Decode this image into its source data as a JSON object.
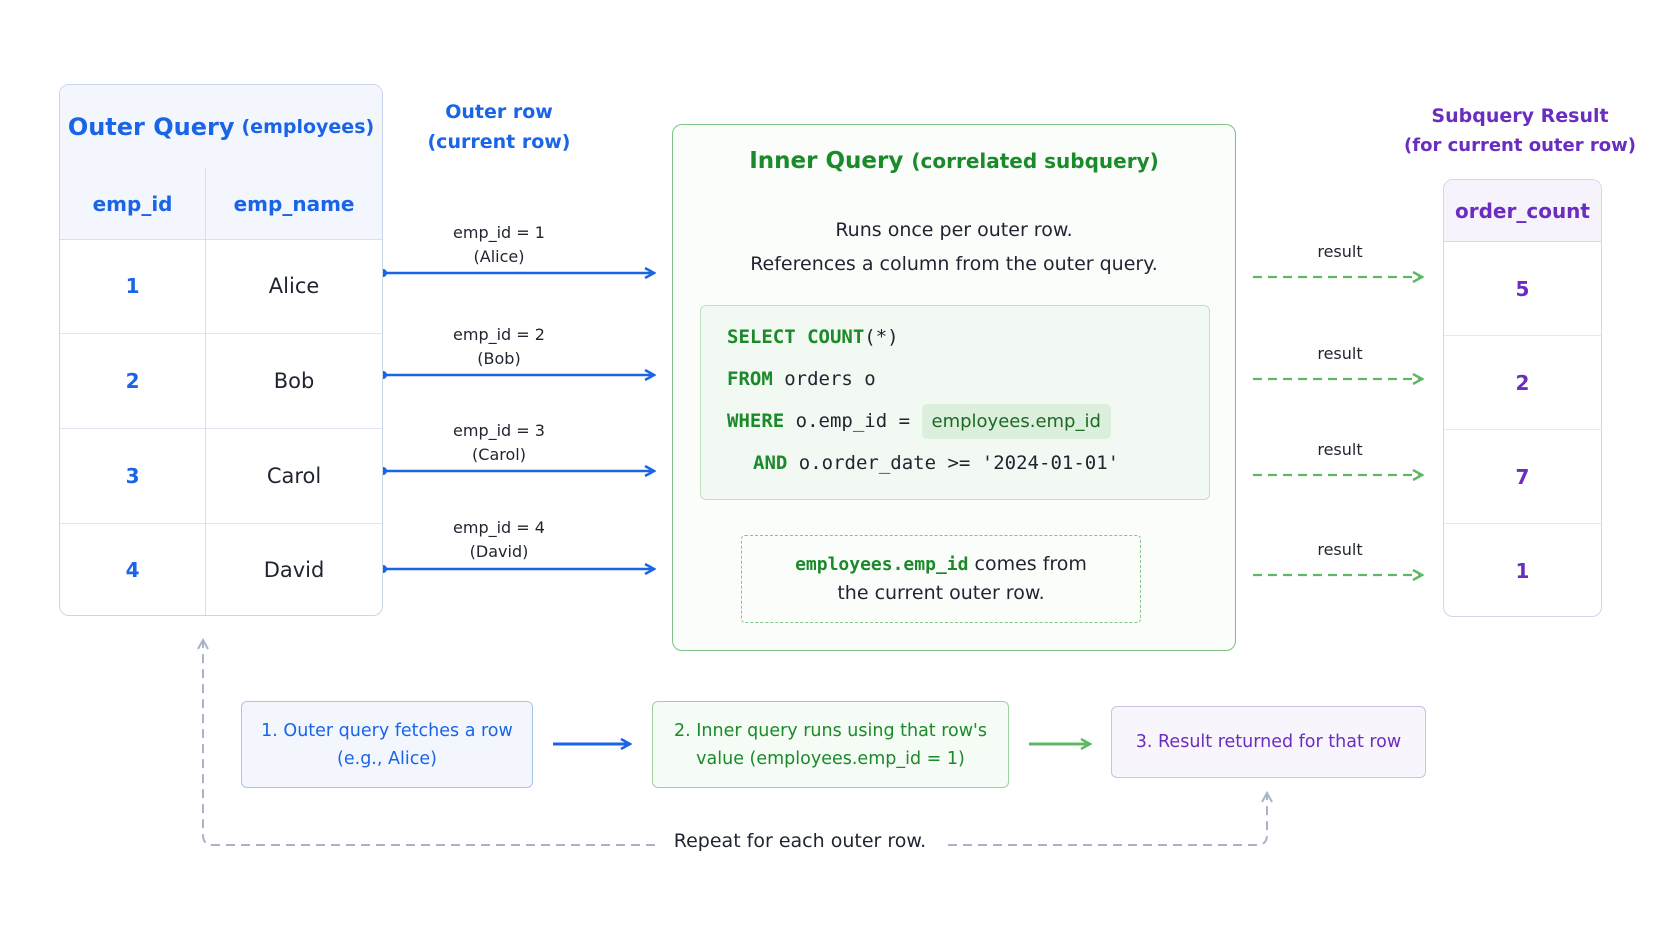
{
  "outer_query": {
    "title": "Outer Query",
    "subtitle": "(employees)",
    "columns": [
      "emp_id",
      "emp_name"
    ],
    "rows": [
      {
        "emp_id": "1",
        "emp_name": "Alice"
      },
      {
        "emp_id": "2",
        "emp_name": "Bob"
      },
      {
        "emp_id": "3",
        "emp_name": "Carol"
      },
      {
        "emp_id": "4",
        "emp_name": "David"
      }
    ]
  },
  "outer_row_label": {
    "line1": "Outer row",
    "line2": "(current row)"
  },
  "arrow_labels": [
    {
      "line1": "emp_id = 1",
      "line2": "(Alice)"
    },
    {
      "line1": "emp_id = 2",
      "line2": "(Bob)"
    },
    {
      "line1": "emp_id = 3",
      "line2": "(Carol)"
    },
    {
      "line1": "emp_id = 4",
      "line2": "(David)"
    }
  ],
  "inner_query": {
    "title": "Inner Query",
    "subtitle": "(correlated subquery)",
    "desc_line1": "Runs once per outer row.",
    "desc_line2": "References a column from the outer query.",
    "code": {
      "l1_kw1": "SELECT",
      "l1_kw2": "COUNT",
      "l1_rest": "(*)",
      "l2_kw": "FROM",
      "l2_rest": "orders o",
      "l3_kw": "WHERE",
      "l3_rest": "o.emp_id =",
      "l3_highlight": "employees.emp_id",
      "l4_kw": "AND",
      "l4_rest": "o.order_date >= '2024-01-01'"
    },
    "note_mono": "employees.emp_id",
    "note_text1": "comes from",
    "note_text2": "the current outer row."
  },
  "result_label": "result",
  "subquery_result": {
    "title": "Subquery Result",
    "subtitle": "(for current outer row)",
    "column": "order_count",
    "values": [
      "5",
      "2",
      "7",
      "1"
    ]
  },
  "steps": {
    "step1_line1": "1. Outer query fetches a row",
    "step1_line2": "(e.g., Alice)",
    "step2_line1": "2. Inner query runs using that row's",
    "step2_line2": "value (employees.emp_id = 1)",
    "step3": "3. Result returned for that row"
  },
  "repeat_text": "Repeat for each outer row.",
  "colors": {
    "blue": "#1a64e8",
    "green": "#1b8a2a",
    "purple": "#6a2dbf",
    "dashed_green": "#5fb866",
    "dashed_gray": "#a9b2c8"
  }
}
